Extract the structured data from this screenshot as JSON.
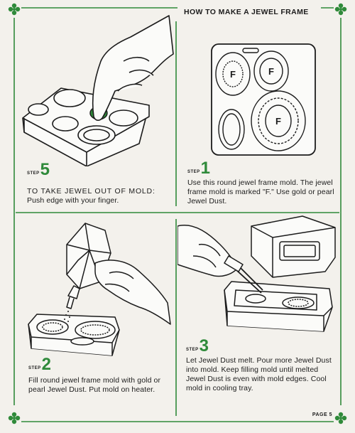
{
  "page": {
    "title": "HOW TO MAKE A JEWEL FRAME",
    "footer": "PAGE 5",
    "accent_color": "#2f8a3a",
    "corner_icon": "clover-ornament-icon"
  },
  "panels": {
    "step5": {
      "step_word": "STEP",
      "number": "5",
      "heading": "TO TAKE JEWEL OUT OF MOLD:",
      "text": "Push edge with your finger.",
      "illustration": "finger-pushing-jewel-out-of-mold"
    },
    "step1": {
      "step_word": "STEP",
      "number": "1",
      "text": "Use this round jewel frame mold. The jewel frame mold is marked \"F.\" Use gold or pearl Jewel Dust.",
      "mold_marks": [
        "F",
        "F",
        "F"
      ],
      "illustration": "jewel-frame-mold-tray"
    },
    "step2": {
      "step_word": "STEP",
      "number": "2",
      "text": "Fill round jewel frame mold with gold or pearl Jewel Dust. Put mold on heater.",
      "illustration": "hand-pouring-jewel-dust-bottle"
    },
    "step3": {
      "step_word": "STEP",
      "number": "3",
      "text": "Let Jewel Dust melt. Pour more Jewel Dust into mold. Keep filling mold until melted Jewel Dust is even with mold edges. Cool mold in cooling tray.",
      "illustration": "hand-holding-tweezers-over-mold-in-heater"
    }
  }
}
